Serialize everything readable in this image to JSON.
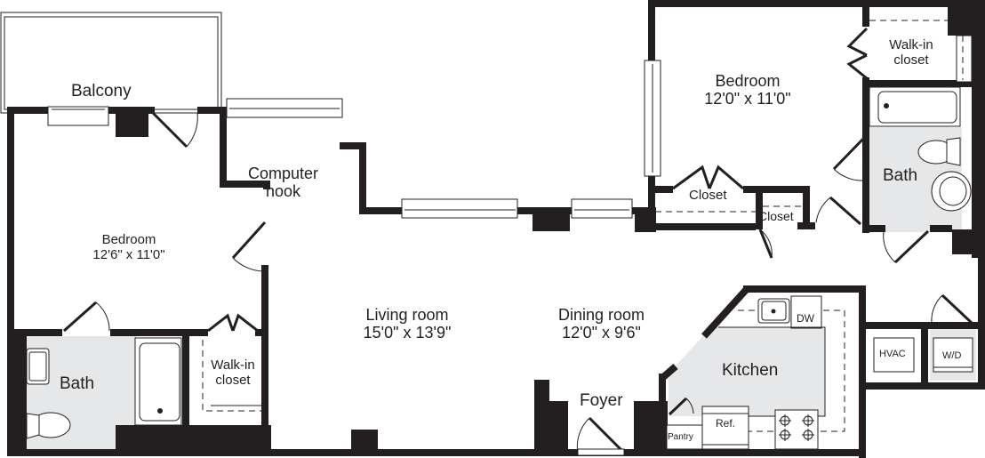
{
  "floor_plan": {
    "colors": {
      "wall": "#231f20",
      "tile_floor": "#e6e7e8",
      "background": "#ffffff"
    },
    "rooms": {
      "balcony": {
        "name": "Balcony"
      },
      "computer_nook": {
        "name_line1": "Computer",
        "name_line2": "nook"
      },
      "bedroom_left": {
        "name": "Bedroom",
        "dimensions": "12'6\" x 11'0\""
      },
      "bath_left": {
        "name": "Bath"
      },
      "walkin_closet_left": {
        "name_line1": "Walk-in",
        "name_line2": "closet"
      },
      "living_room": {
        "name": "Living room",
        "dimensions": "15'0\" x 13'9\""
      },
      "dining_room": {
        "name": "Dining room",
        "dimensions": "12'0\" x 9'6\""
      },
      "foyer": {
        "name": "Foyer"
      },
      "kitchen": {
        "name": "Kitchen"
      },
      "bedroom_right": {
        "name": "Bedroom",
        "dimensions": "12'0\" x 11'0\""
      },
      "walkin_closet_right": {
        "name_line1": "Walk-in",
        "name_line2": "closet"
      },
      "bath_right": {
        "name": "Bath"
      },
      "closet_a": {
        "name": "Closet"
      },
      "closet_b": {
        "name": "Closet"
      }
    },
    "fixtures": {
      "dishwasher": "DW",
      "refrigerator": "Ref.",
      "pantry": "Pantry",
      "hvac": "HVAC",
      "washer_dryer": "W/D"
    }
  }
}
